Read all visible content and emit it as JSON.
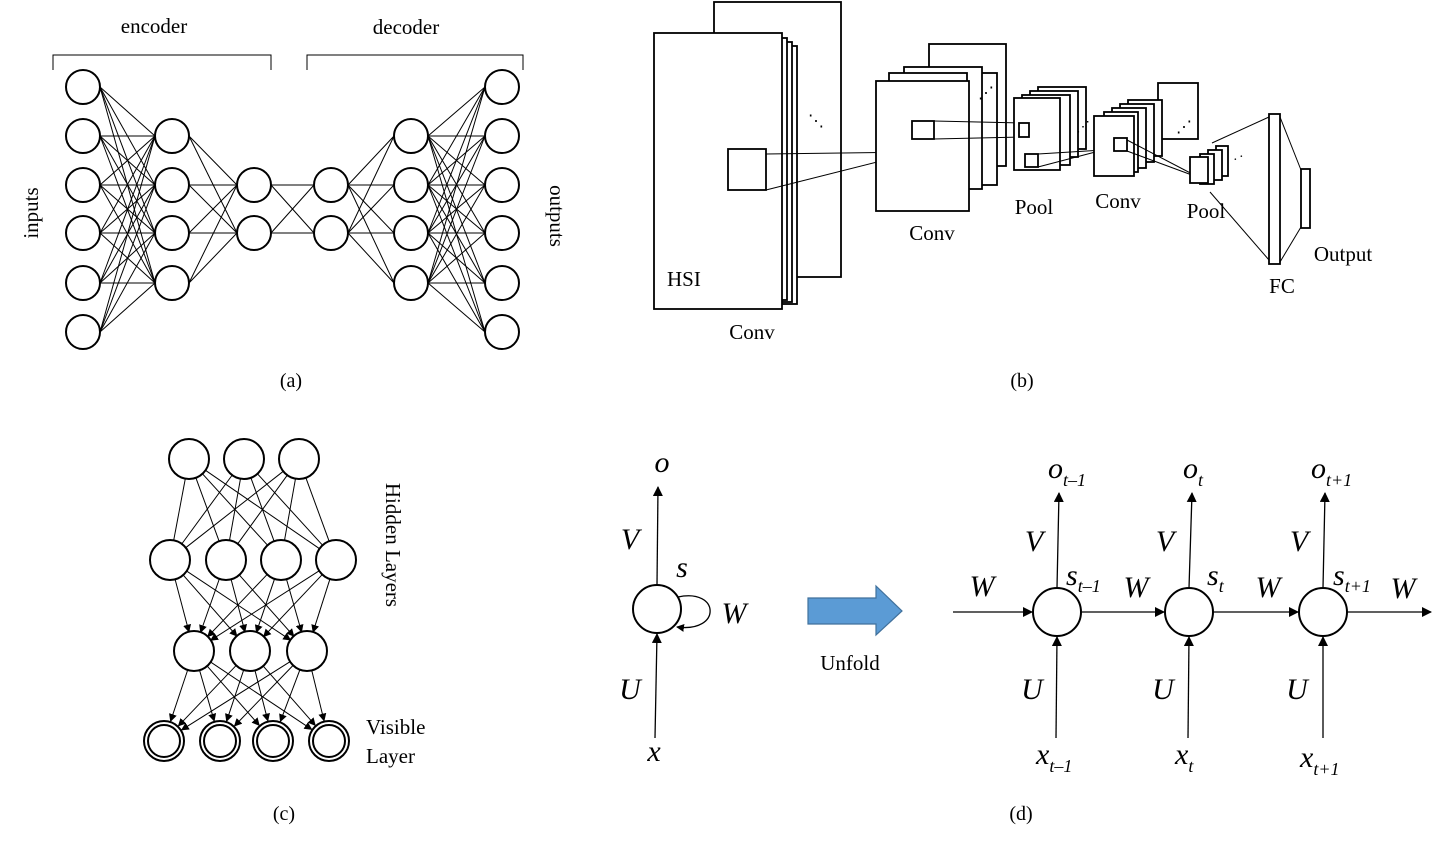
{
  "panel_a": {
    "caption": "(a)",
    "encoder_label": "encoder",
    "decoder_label": "decoder",
    "inputs_label": "inputs",
    "outputs_label": "outputs"
  },
  "panel_b": {
    "caption": "(b)",
    "hsi_label": "HSI",
    "conv1_label": "Conv",
    "conv2_label": "Conv",
    "pool1_label": "Pool",
    "conv3_label": "Conv",
    "pool2_label": "Pool",
    "fc_label": "FC",
    "output_label": "Output"
  },
  "panel_c": {
    "caption": "(c)",
    "hidden_label": "Hidden Layers",
    "visible_label_1": "Visible",
    "visible_label_2": "Layer"
  },
  "panel_d": {
    "caption": "(d)",
    "unfold_label": "Unfold",
    "arrow_color": "#5b9bd5",
    "folded": {
      "o": "o",
      "V": "V",
      "s": "s",
      "W": "W",
      "U": "U",
      "x": "x"
    },
    "steps": [
      {
        "o": "o",
        "o_sub": "t–1",
        "s": "s",
        "s_sub": "t–1",
        "x": "x",
        "x_sub": "t–1",
        "V": "V",
        "U": "U",
        "W_in": "W"
      },
      {
        "o": "o",
        "o_sub": "t",
        "s": "s",
        "s_sub": "t",
        "x": "x",
        "x_sub": "t",
        "V": "V",
        "U": "U",
        "W_in": "W"
      },
      {
        "o": "o",
        "o_sub": "t+1",
        "s": "s",
        "s_sub": "t+1",
        "x": "x",
        "x_sub": "t+1",
        "V": "V",
        "U": "U",
        "W_in": "W"
      }
    ],
    "W_out": "W"
  }
}
